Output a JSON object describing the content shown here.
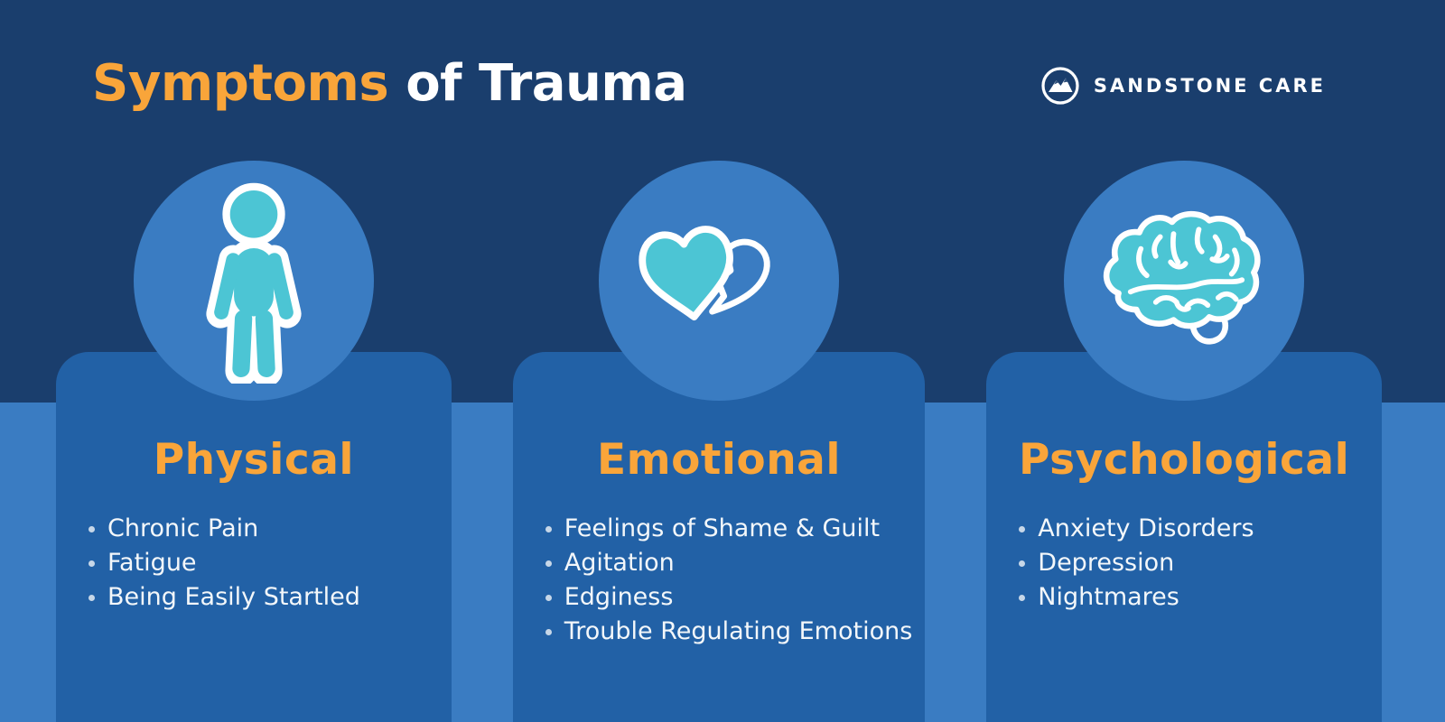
{
  "header": {
    "title_highlight": "Symptoms",
    "title_rest": "of Trauma",
    "brand_name": "SANDSTONE CARE"
  },
  "colors": {
    "background_top": "#1A3E6D",
    "background_bottom": "#3A7CC2",
    "card_blue": "#2261A6",
    "circle_blue": "#3A7CC2",
    "accent_orange": "#F9A53A",
    "icon_teal": "#4CC5D4",
    "text_white": "#F3F7FA"
  },
  "icons": {
    "physical": "person-icon",
    "emotional": "broken-heart-icon",
    "psychological": "brain-icon",
    "brand": "mountain-logo-icon"
  },
  "cards": [
    {
      "heading": "Physical",
      "items": [
        "Chronic Pain",
        "Fatigue",
        "Being Easily Startled"
      ]
    },
    {
      "heading": "Emotional",
      "items": [
        "Feelings of Shame & Guilt",
        "Agitation",
        "Edginess",
        "Trouble Regulating Emotions"
      ]
    },
    {
      "heading": "Psychological",
      "items": [
        "Anxiety Disorders",
        "Depression",
        "Nightmares"
      ]
    }
  ]
}
